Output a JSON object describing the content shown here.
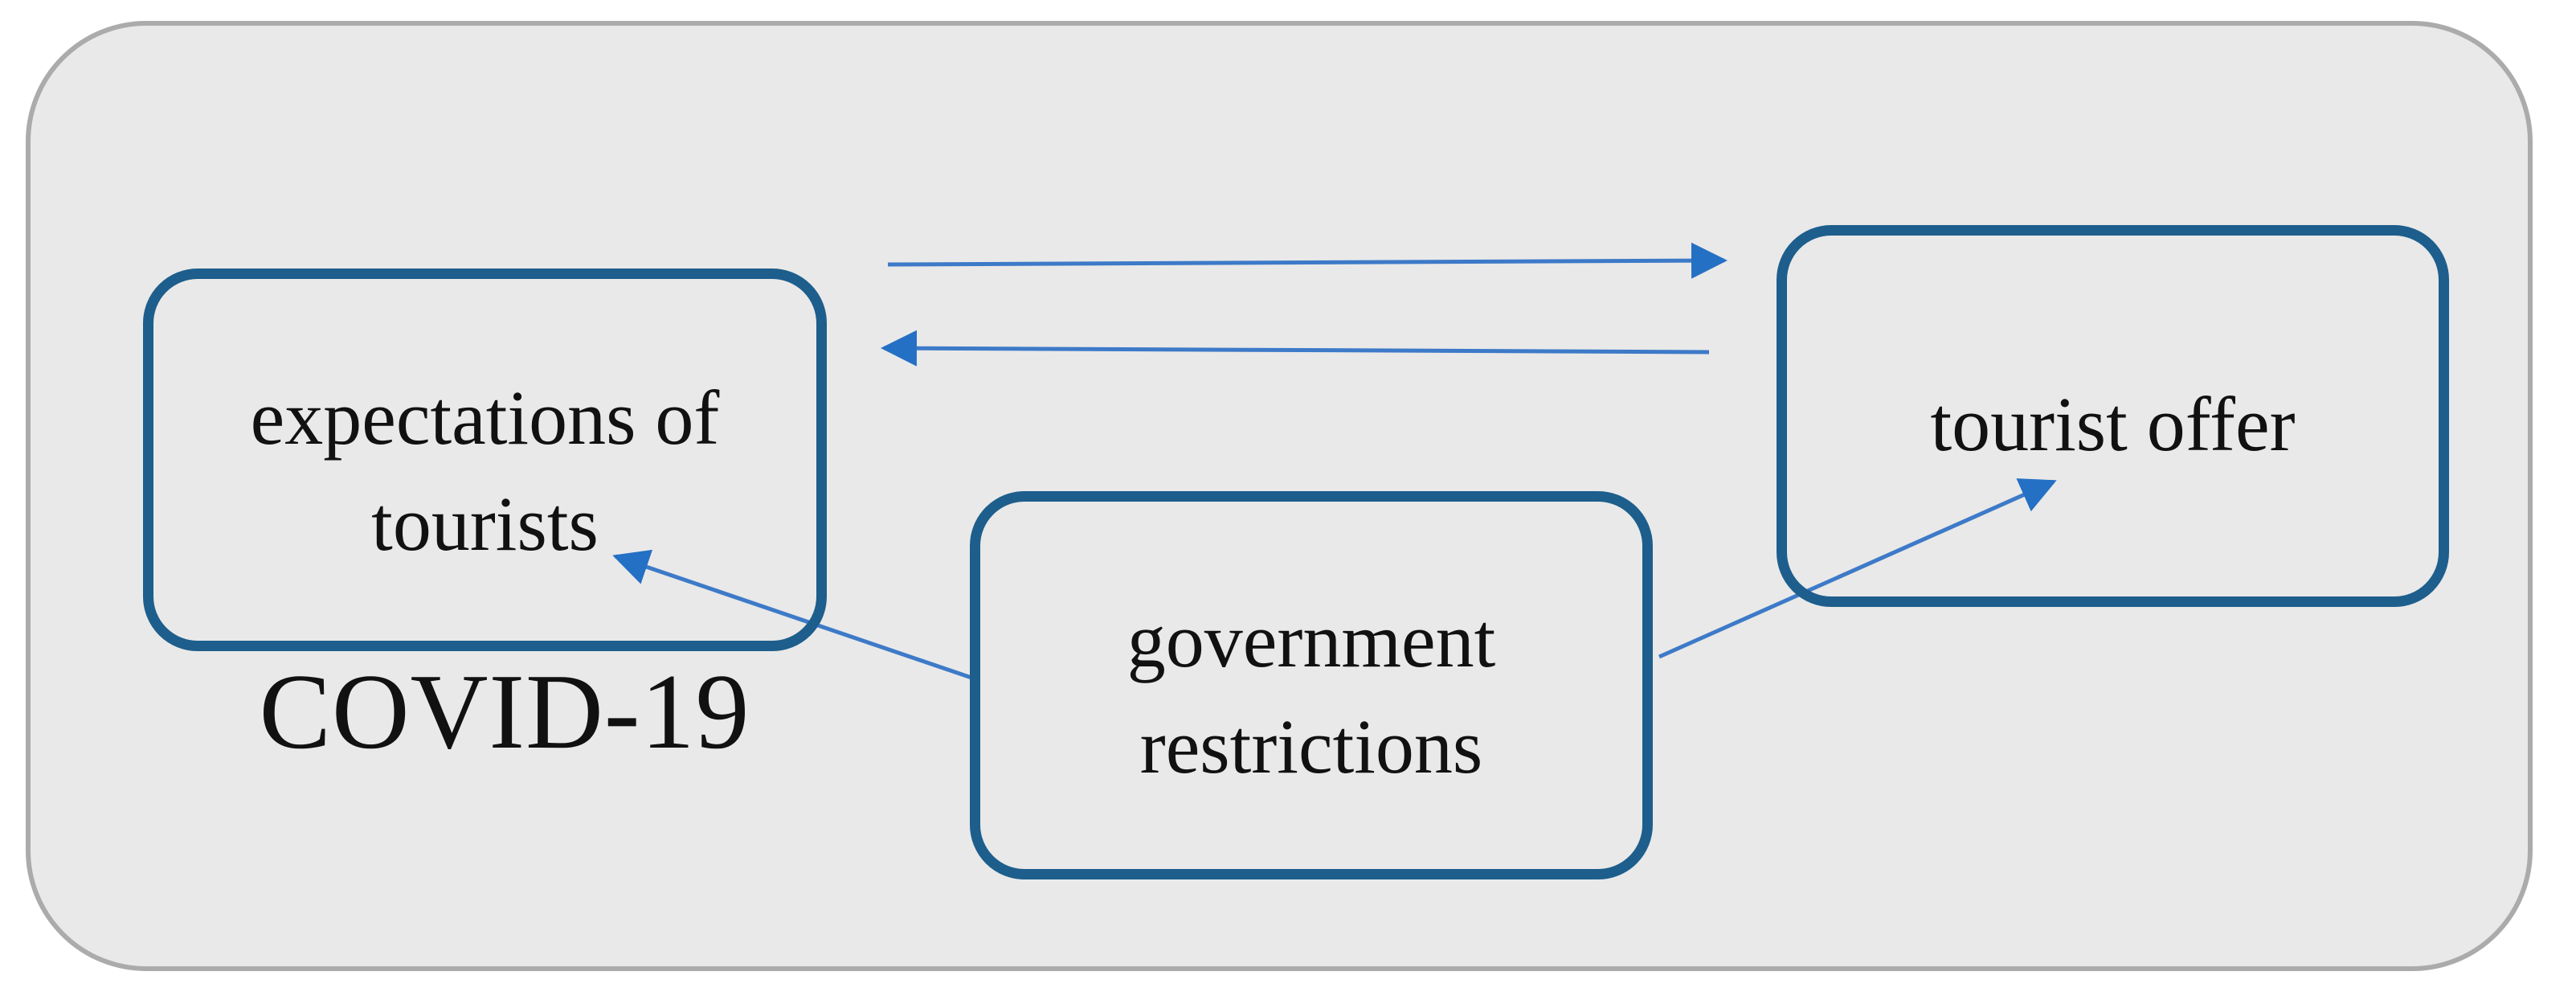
{
  "figure": {
    "type": "concept-diagram",
    "panel_fill": "#e9e9e9",
    "panel_border": "#ababab"
  },
  "colors": {
    "box_border": "#1d5e8c",
    "arrow_line": "#3d7ac8",
    "arrow_head": "#2470c4",
    "text": "#111111"
  },
  "nodes": {
    "expectations": {
      "line1": "expectations of",
      "line2": "tourists"
    },
    "government": {
      "line1": "government",
      "line2": "restrictions"
    },
    "offer": {
      "line1": "tourist offer"
    },
    "covid": {
      "label": "COVID-19"
    }
  },
  "edges": [
    {
      "from": "expectations of tourists",
      "to": "tourist offer",
      "direction": "right"
    },
    {
      "from": "tourist offer",
      "to": "expectations of tourists",
      "direction": "left"
    },
    {
      "from": "government restrictions",
      "to": "expectations of tourists",
      "direction": "up-left"
    },
    {
      "from": "government restrictions",
      "to": "tourist offer",
      "direction": "up-right"
    }
  ]
}
